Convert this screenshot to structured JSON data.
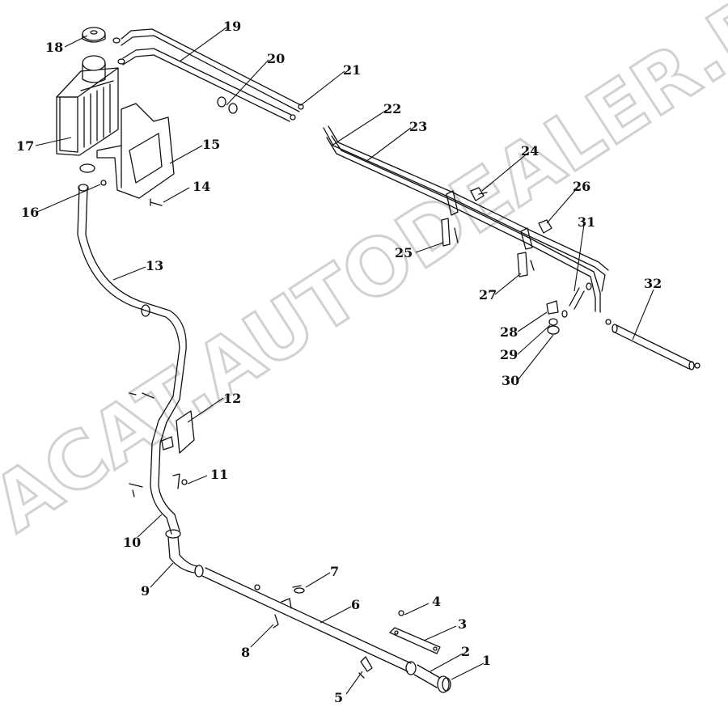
{
  "watermark": {
    "text": "ACAT.AUTODEALER.RU"
  },
  "callouts": [
    {
      "id": "1",
      "label": "1"
    },
    {
      "id": "2",
      "label": "2"
    },
    {
      "id": "3",
      "label": "3"
    },
    {
      "id": "4",
      "label": "4"
    },
    {
      "id": "5",
      "label": "5"
    },
    {
      "id": "6",
      "label": "6"
    },
    {
      "id": "7",
      "label": "7"
    },
    {
      "id": "8",
      "label": "8"
    },
    {
      "id": "9",
      "label": "9"
    },
    {
      "id": "10",
      "label": "10"
    },
    {
      "id": "11",
      "label": "11"
    },
    {
      "id": "12",
      "label": "12"
    },
    {
      "id": "13",
      "label": "13"
    },
    {
      "id": "14",
      "label": "14"
    },
    {
      "id": "15",
      "label": "15"
    },
    {
      "id": "16",
      "label": "16"
    },
    {
      "id": "17",
      "label": "17"
    },
    {
      "id": "18",
      "label": "18"
    },
    {
      "id": "19",
      "label": "19"
    },
    {
      "id": "20",
      "label": "20"
    },
    {
      "id": "21",
      "label": "21"
    },
    {
      "id": "22",
      "label": "22"
    },
    {
      "id": "23",
      "label": "23"
    },
    {
      "id": "24",
      "label": "24"
    },
    {
      "id": "25",
      "label": "25"
    },
    {
      "id": "26",
      "label": "26"
    },
    {
      "id": "27",
      "label": "27"
    },
    {
      "id": "28",
      "label": "28"
    },
    {
      "id": "29",
      "label": "29"
    },
    {
      "id": "30",
      "label": "30"
    },
    {
      "id": "31",
      "label": "31"
    },
    {
      "id": "32",
      "label": "32"
    }
  ]
}
